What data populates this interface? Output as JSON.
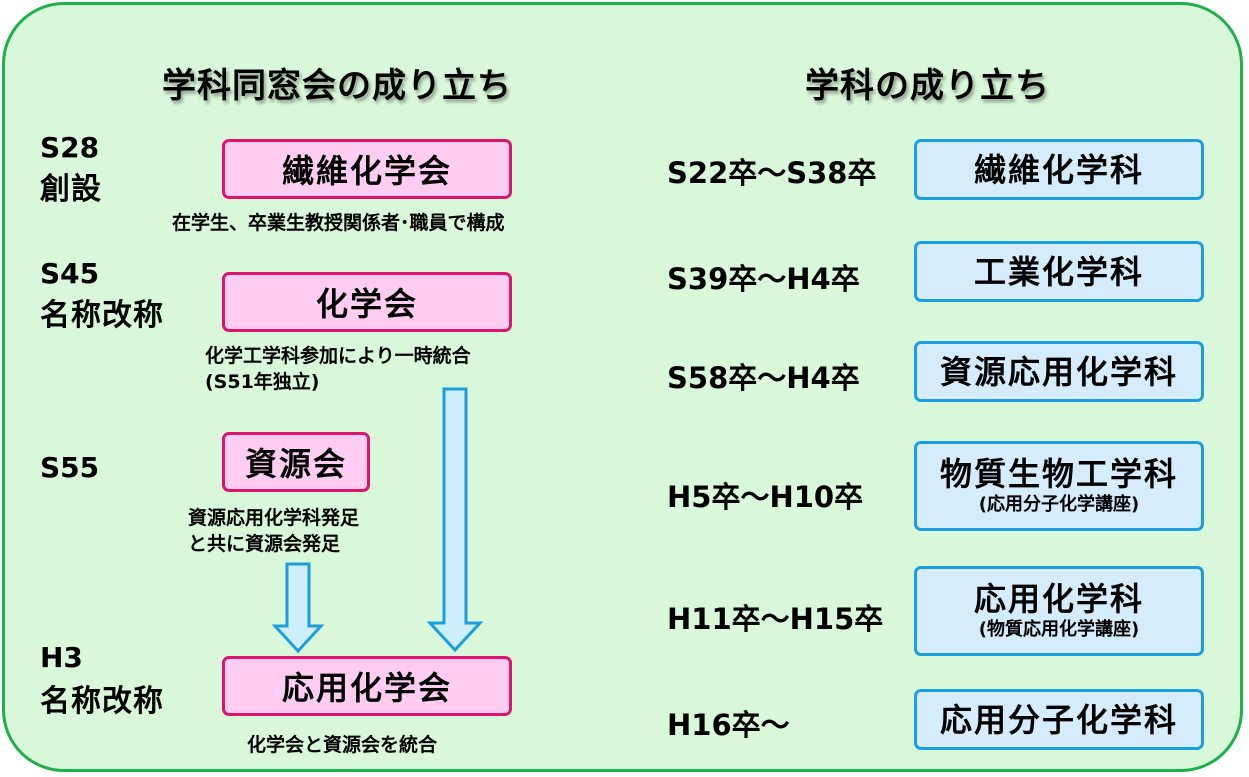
{
  "left": {
    "heading": "学科同窓会の成り立ち",
    "s28": {
      "year": "S28",
      "event": "創設",
      "box": "繊維化学会",
      "note": "在学生、卒業生教授関係者･職員で構成"
    },
    "s45": {
      "year": "S45",
      "event": "名称改称",
      "box": "化学会",
      "note1": "化学工学科参加により一時統合",
      "note2": "(S51年独立)"
    },
    "s55": {
      "year": "S55",
      "box": "資源会",
      "note1": "資源応用化学科発足",
      "note2": "と共に資源会発足"
    },
    "h3": {
      "year": "H3",
      "event": "名称改称",
      "box": "応用化学会",
      "note": "化学会と資源会を統合"
    }
  },
  "right": {
    "heading": "学科の成り立ち",
    "rows": [
      {
        "range": "S22卒～S38卒",
        "name": "繊維化学科",
        "sub": ""
      },
      {
        "range": "S39卒～H4卒",
        "name": "工業化学科",
        "sub": ""
      },
      {
        "range": "S58卒～H4卒",
        "name": "資源応用化学科",
        "sub": ""
      },
      {
        "range": "H5卒～H10卒",
        "name": "物質生物工学科",
        "sub": "(応用分子化学講座)"
      },
      {
        "range": "H11卒～H15卒",
        "name": "応用化学科",
        "sub": "(物質応用化学講座)"
      },
      {
        "range": "H16卒～",
        "name": "応用分子化学科",
        "sub": ""
      }
    ]
  },
  "colors": {
    "panel_bg": "#d9f7d9",
    "panel_border": "#1eb04a",
    "pink_fill": "#ffccf2",
    "pink_border": "#e0146e",
    "blue_fill": "#d4ecfb",
    "blue_border": "#1a9ee0",
    "arrow_fill": "#cdeefa",
    "arrow_border": "#1a9ee0"
  }
}
